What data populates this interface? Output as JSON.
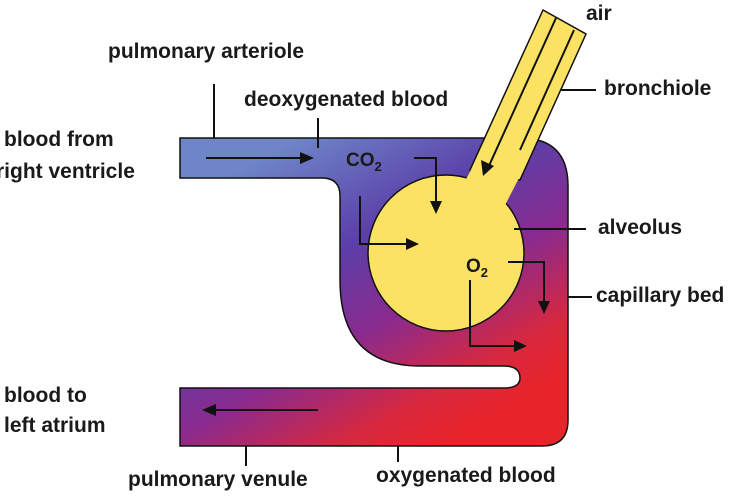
{
  "labels": {
    "air": "air",
    "pulmonary_arteriole": "pulmonary arteriole",
    "deoxygenated_blood": "deoxygenated blood",
    "bronchiole": "bronchiole",
    "blood_from_line1": "blood from",
    "blood_from_line2": "right ventricle",
    "alveolus": "alveolus",
    "capillary_bed": "capillary bed",
    "blood_to_line1": "blood to",
    "blood_to_line2": "left atrium",
    "pulmonary_venule": "pulmonary venule",
    "oxygenated_blood": "oxygenated blood"
  },
  "gases": {
    "co2_base": "CO",
    "co2_sub": "2",
    "o2_base": "O",
    "o2_sub": "2"
  },
  "colors": {
    "deoxygenated": "#6E86C8",
    "mixed": "#6A2B9A",
    "oxygenated": "#E8242A",
    "air": "#FBE262",
    "outline": "#111111"
  }
}
